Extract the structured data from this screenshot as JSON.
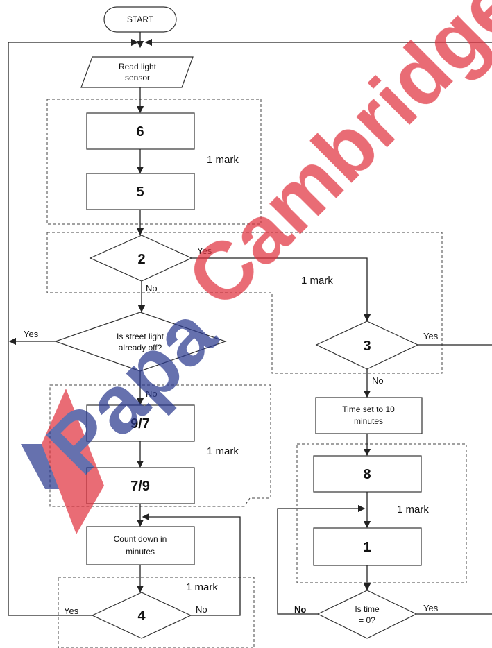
{
  "start": "START",
  "read_sensor": [
    "Read light",
    "sensor"
  ],
  "box_6": "6",
  "box_5": "5",
  "decision_2": "2",
  "decision_street": [
    "Is street light",
    "already off?"
  ],
  "decision_3": "3",
  "time_set": [
    "Time set to 10",
    "minutes"
  ],
  "box_97": "9/7",
  "box_79": "7/9",
  "box_8": "8",
  "box_1": "1",
  "count_down": [
    "Count down in",
    "minutes"
  ],
  "decision_4": "4",
  "decision_time": [
    "Is time",
    "= 0?"
  ],
  "mark_label": "1 mark",
  "yes": "Yes",
  "no": "No",
  "watermark": "PapaCambridge",
  "colors": {
    "watermark_red": "#e0333f",
    "watermark_blue": "#2b3a8f"
  }
}
